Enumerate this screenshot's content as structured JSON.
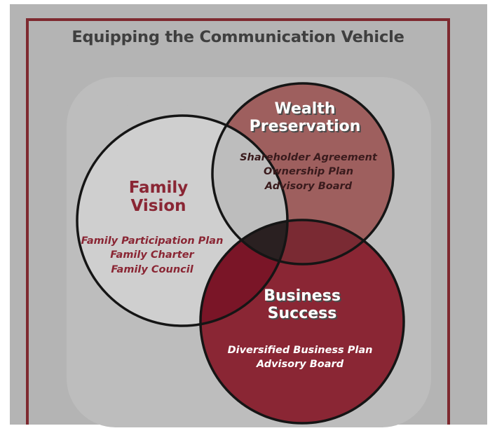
{
  "title": "Equipping the Communication Vehicle",
  "colors": {
    "background": "#b4b4b4",
    "frame": "#7e2a30",
    "wealth_fill": "#9e5f5e",
    "family_fill": "#cfcfcf",
    "business_fill": "#8a2634",
    "overlap_family_business": "#7a1527",
    "overlap_center": "#2a2021"
  },
  "circles": {
    "wealth": {
      "heading": [
        "Wealth",
        "Preservation"
      ],
      "items": [
        "Shareholder Agreement",
        "Ownership Plan",
        "Advisory Board"
      ]
    },
    "family": {
      "heading": [
        "Family",
        "Vision"
      ],
      "items": [
        "Family Participation Plan",
        "Family Charter",
        "Family Council"
      ]
    },
    "business": {
      "heading": [
        "Business",
        "Success"
      ],
      "items": [
        "Diversified Business Plan",
        "Advisory Board"
      ]
    }
  }
}
